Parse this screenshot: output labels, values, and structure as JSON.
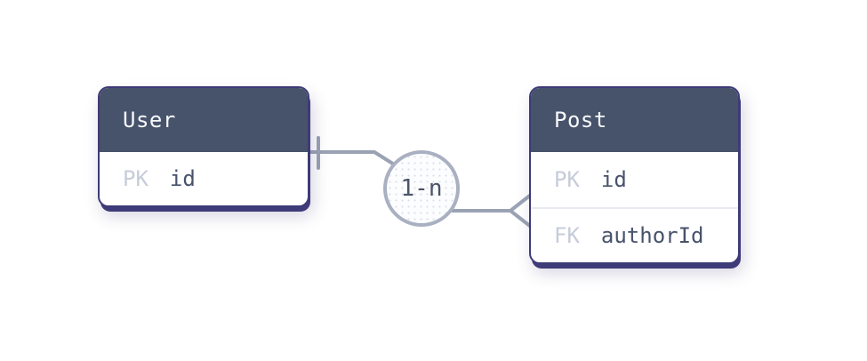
{
  "diagram": {
    "entities": [
      {
        "name": "User",
        "fields": [
          {
            "key": "PK",
            "name": "id"
          }
        ]
      },
      {
        "name": "Post",
        "fields": [
          {
            "key": "PK",
            "name": "id"
          },
          {
            "key": "FK",
            "name": "authorId"
          }
        ]
      }
    ],
    "relationship": {
      "label": "1-n",
      "from_entity": "User",
      "to_entity": "Post",
      "from_cardinality": "one",
      "to_cardinality": "many"
    }
  },
  "colors": {
    "canvas_bg": "#ffffff",
    "header_bg": "#47526b",
    "header_text": "#f7f8fa",
    "card_bg": "#ffffff",
    "card_border": "#3e3b78",
    "key_text": "#c6ccd9",
    "field_text": "#47526b",
    "row_divider": "#e7ebf1",
    "line": "#9aa2b4",
    "circle_border": "#a9b0c1",
    "circle_bg": "#fcfdfe",
    "circle_text": "#4a5568"
  }
}
